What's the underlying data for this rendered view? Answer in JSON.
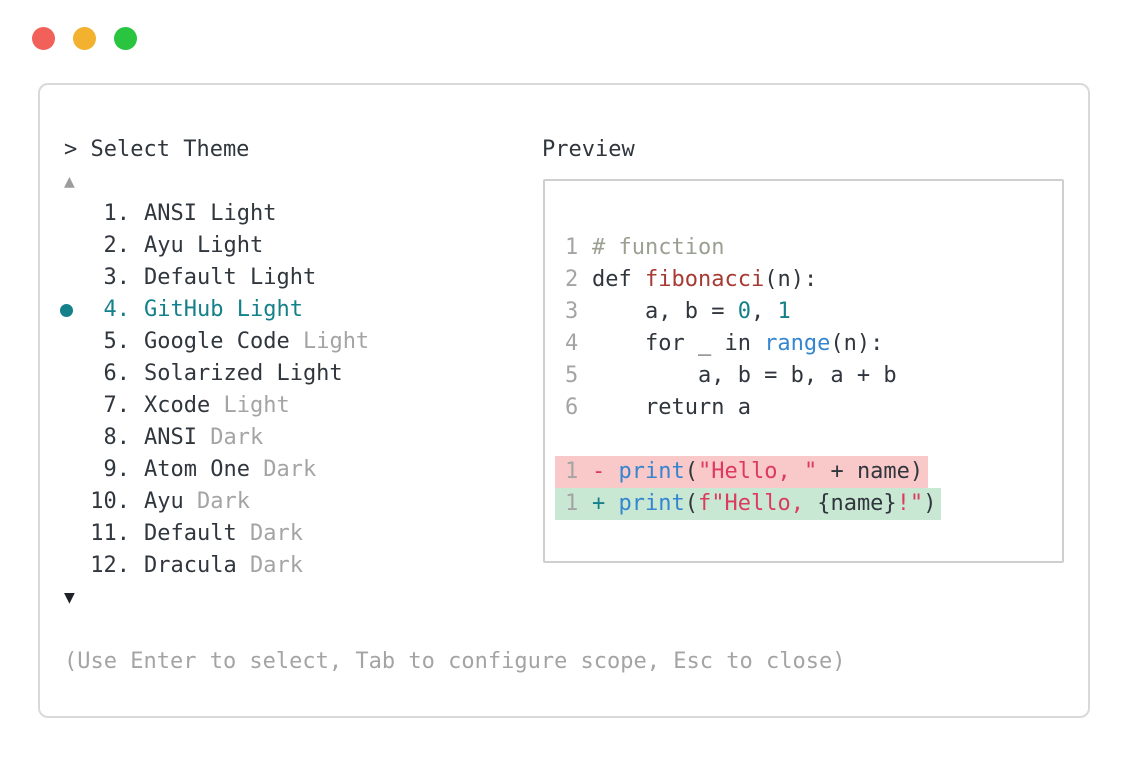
{
  "palette": {
    "fg": "#30363d",
    "muted": "#a4a4a4",
    "teal": "#14808a",
    "comment": "#9ba093",
    "red": "#a73b34",
    "blue": "#3585cf",
    "crimson": "#dc3a5e",
    "removed_bg": "#f9c8c8",
    "added_bg": "#c9e8d4",
    "panel_border": "#d9d9d9",
    "box_border": "#cfcfcf",
    "traffic_red": "#f2605a",
    "traffic_yellow": "#f2b12e",
    "traffic_green": "#29c440"
  },
  "selector": {
    "title": "> Select Theme",
    "scroll_up_icon": "▲",
    "scroll_down_icon": "▼",
    "items": [
      {
        "number": "1.",
        "name": "ANSI Light",
        "tail": "",
        "selected": false
      },
      {
        "number": "2.",
        "name": "Ayu Light",
        "tail": "",
        "selected": false
      },
      {
        "number": "3.",
        "name": "Default Light",
        "tail": "",
        "selected": false
      },
      {
        "number": "4.",
        "name": "GitHub Light",
        "tail": "",
        "selected": true
      },
      {
        "number": "5.",
        "name": "Google Code ",
        "tail": "Light",
        "selected": false
      },
      {
        "number": "6.",
        "name": "Solarized Light",
        "tail": "",
        "selected": false
      },
      {
        "number": "7.",
        "name": "Xcode ",
        "tail": "Light",
        "selected": false
      },
      {
        "number": "8.",
        "name": "ANSI ",
        "tail": "Dark",
        "selected": false
      },
      {
        "number": "9.",
        "name": "Atom One ",
        "tail": "Dark",
        "selected": false
      },
      {
        "number": "10.",
        "name": "Ayu ",
        "tail": "Dark",
        "selected": false
      },
      {
        "number": "11.",
        "name": "Default ",
        "tail": "Dark",
        "selected": false
      },
      {
        "number": "12.",
        "name": "Dracula ",
        "tail": "Dark",
        "selected": false
      }
    ],
    "hint": "(Use Enter to select, Tab to configure scope, Esc to close)"
  },
  "preview": {
    "title": "Preview",
    "code_lines": [
      {
        "num": "1",
        "tokens": [
          {
            "t": "# function",
            "c": "comment"
          }
        ]
      },
      {
        "num": "2",
        "tokens": [
          {
            "t": "def ",
            "c": "fg"
          },
          {
            "t": "fibonacci",
            "c": "red"
          },
          {
            "t": "(n):",
            "c": "fg"
          }
        ]
      },
      {
        "num": "3",
        "tokens": [
          {
            "t": "    a, b = ",
            "c": "fg"
          },
          {
            "t": "0",
            "c": "teal"
          },
          {
            "t": ", ",
            "c": "fg"
          },
          {
            "t": "1",
            "c": "teal"
          }
        ]
      },
      {
        "num": "4",
        "tokens": [
          {
            "t": "    for _ in ",
            "c": "fg"
          },
          {
            "t": "range",
            "c": "blue"
          },
          {
            "t": "(n):",
            "c": "fg"
          }
        ]
      },
      {
        "num": "5",
        "tokens": [
          {
            "t": "        a, b = b, a + b",
            "c": "fg"
          }
        ]
      },
      {
        "num": "6",
        "tokens": [
          {
            "t": "    return a",
            "c": "fg"
          }
        ]
      }
    ],
    "diff_lines": [
      {
        "num": "1",
        "kind": "removed",
        "tokens": [
          {
            "t": "- ",
            "c": "crimson"
          },
          {
            "t": "print",
            "c": "blue"
          },
          {
            "t": "(",
            "c": "fg"
          },
          {
            "t": "\"Hello, \"",
            "c": "crimson"
          },
          {
            "t": " + name)",
            "c": "fg"
          }
        ]
      },
      {
        "num": "1",
        "kind": "added",
        "tokens": [
          {
            "t": "+ ",
            "c": "teal"
          },
          {
            "t": "print",
            "c": "blue"
          },
          {
            "t": "(",
            "c": "fg"
          },
          {
            "t": "f\"Hello, ",
            "c": "crimson"
          },
          {
            "t": "{name}",
            "c": "fg"
          },
          {
            "t": "!\"",
            "c": "crimson"
          },
          {
            "t": ")",
            "c": "fg"
          }
        ]
      }
    ]
  }
}
